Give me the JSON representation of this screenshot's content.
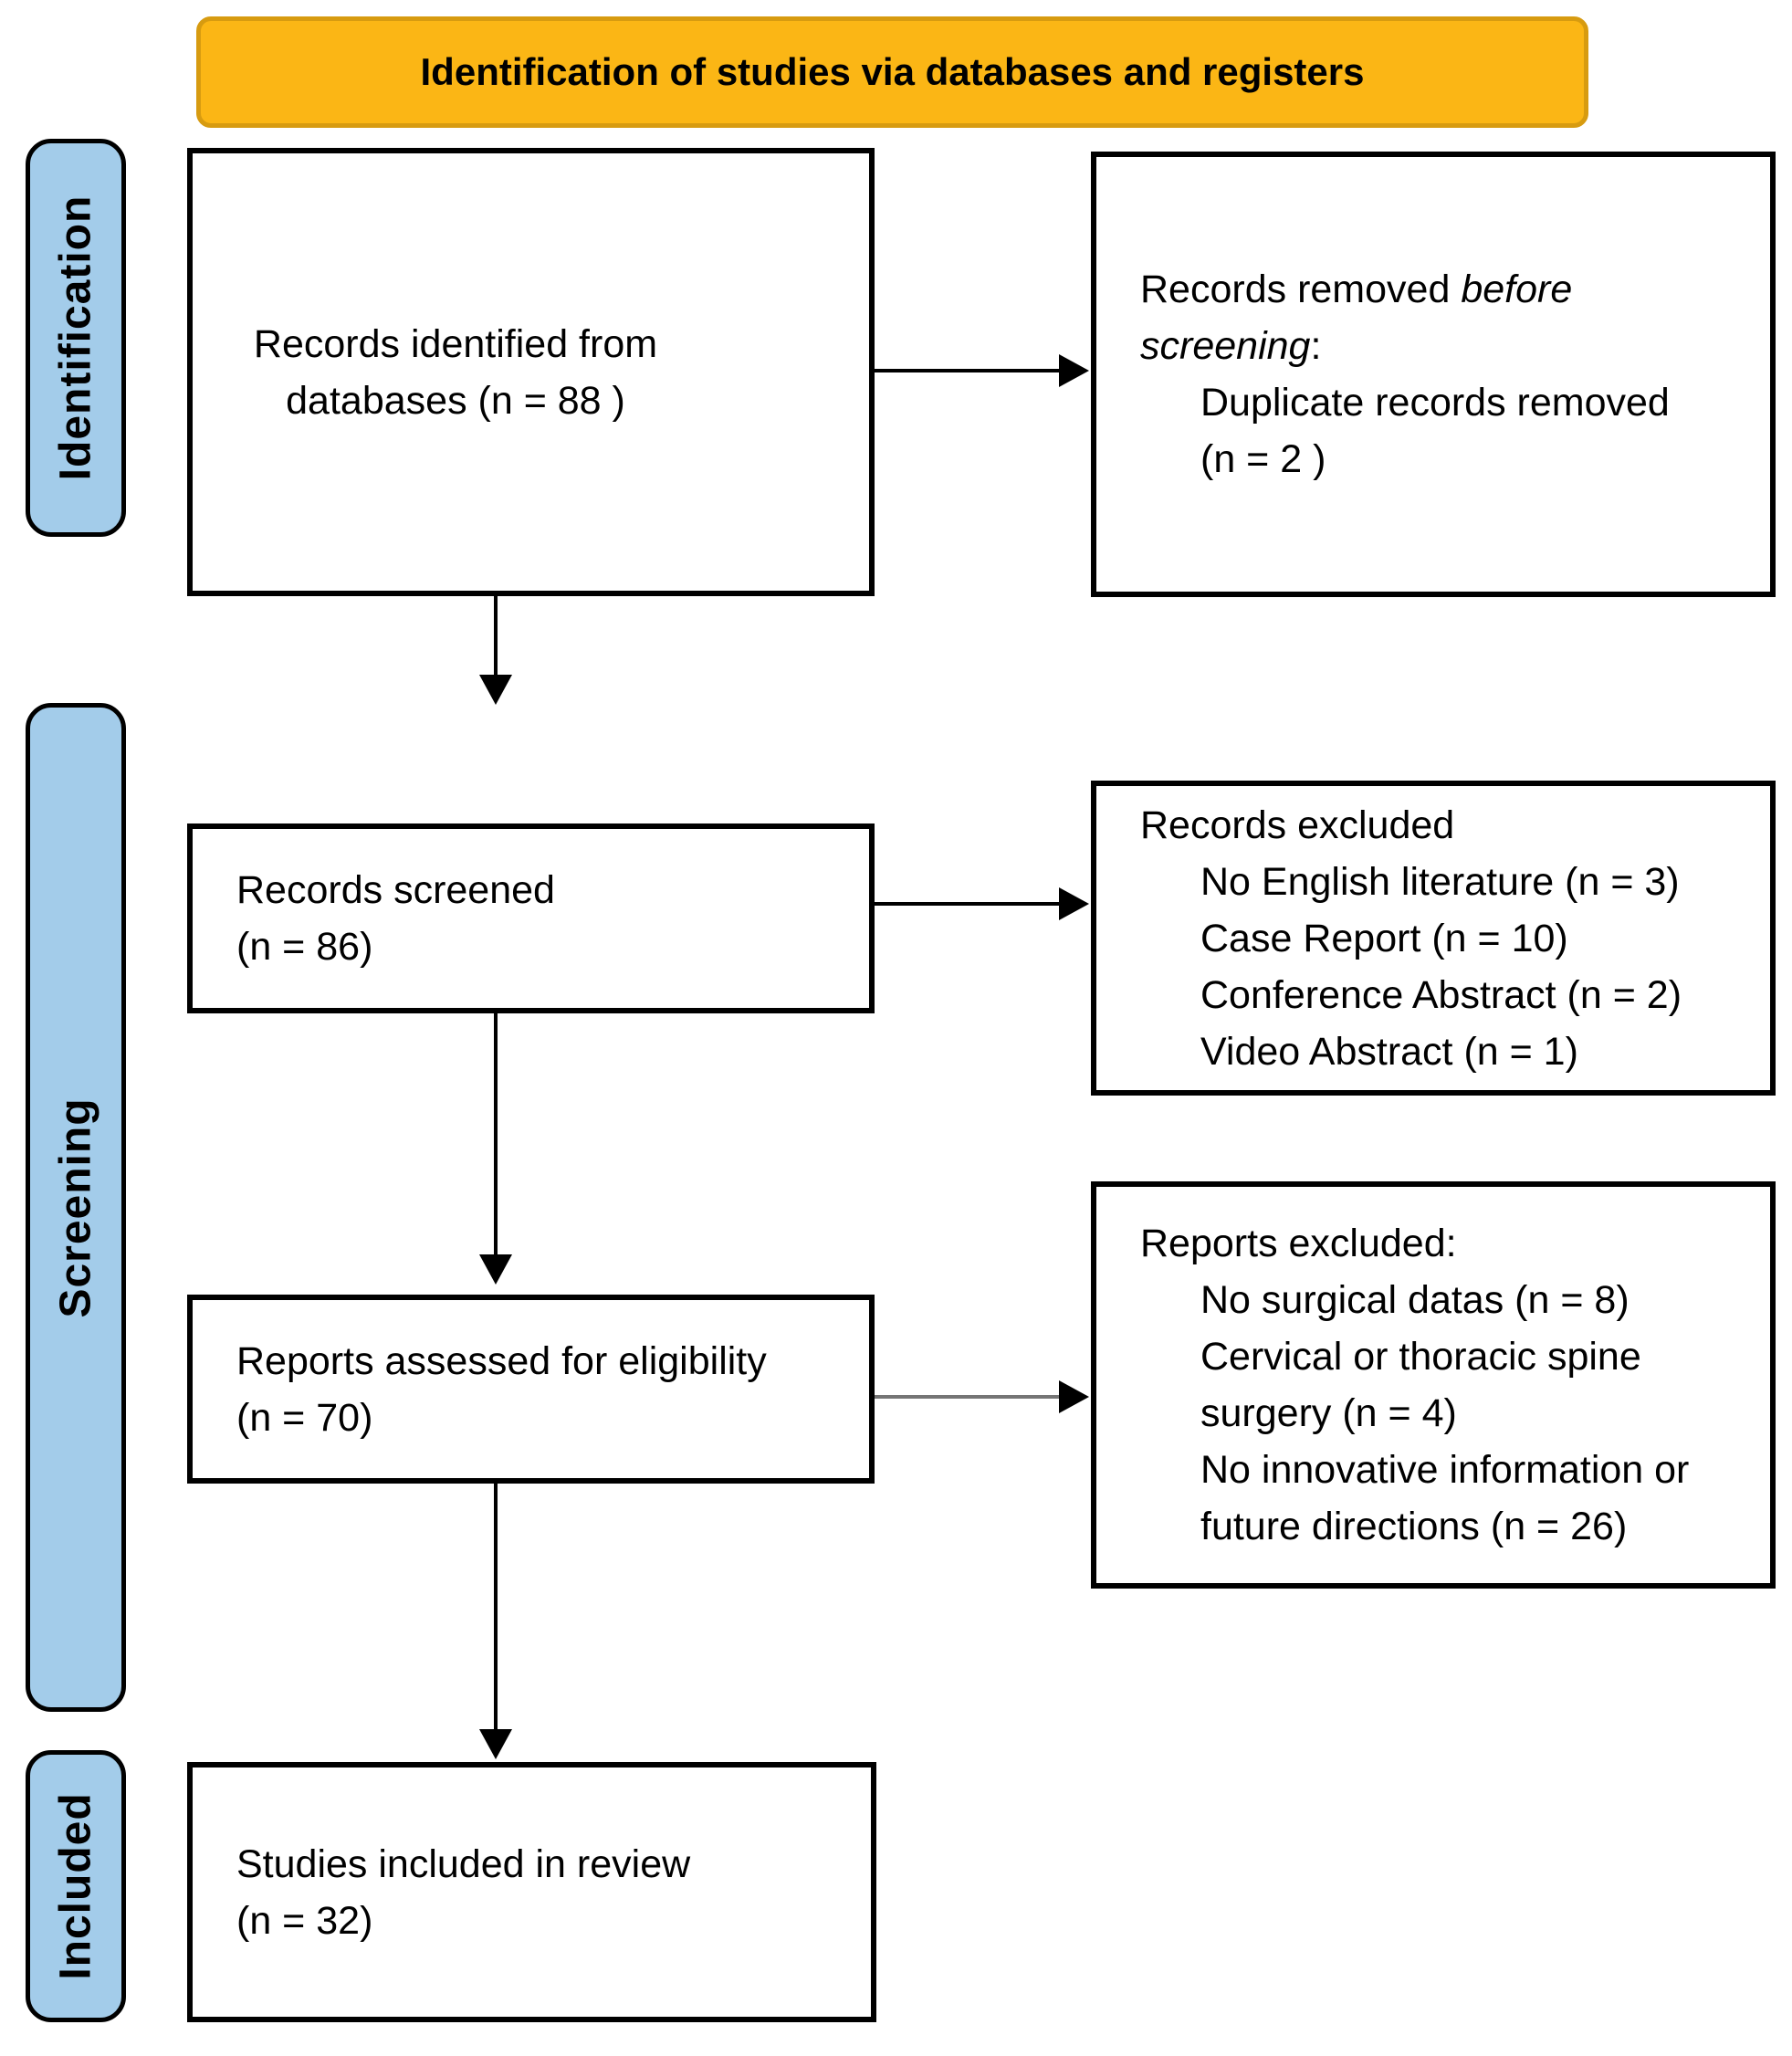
{
  "banner": {
    "title": "Identification of studies via databases and registers"
  },
  "sidebar": {
    "identification": "Identification",
    "screening": "Screening",
    "included": "Included"
  },
  "colors": {
    "banner_fill": "#FBB615",
    "banner_border": "#D79B10",
    "sidebar_fill": "#A3CCEA",
    "line": "#000000"
  },
  "boxes": {
    "records_identified": {
      "line1": "Records identified from",
      "line2": "databases (n = 88 )"
    },
    "records_removed": {
      "line1_prefix": "Records removed ",
      "line1_italic": "before",
      "line2_italic": "screening",
      "line2_suffix": ":",
      "items": [
        "Duplicate records removed",
        "(n = 2 )"
      ]
    },
    "records_screened": {
      "line1": "Records screened",
      "line2": "(n = 86)"
    },
    "records_excluded": {
      "heading": "Records excluded",
      "items": [
        "No English literature (n = 3)",
        "Case Report (n = 10)",
        "Conference Abstract (n = 2)",
        "Video Abstract (n = 1)"
      ]
    },
    "reports_assessed": {
      "line1": "Reports assessed for eligibility",
      "line2": "(n = 70)"
    },
    "reports_excluded": {
      "heading": "Reports excluded:",
      "items": [
        "No surgical datas (n = 8)",
        "Cervical or thoracic spine surgery (n = 4)",
        "No innovative information or future directions (n = 26)"
      ]
    },
    "studies_included": {
      "line1": "Studies included in review",
      "line2": "(n = 32)"
    }
  }
}
